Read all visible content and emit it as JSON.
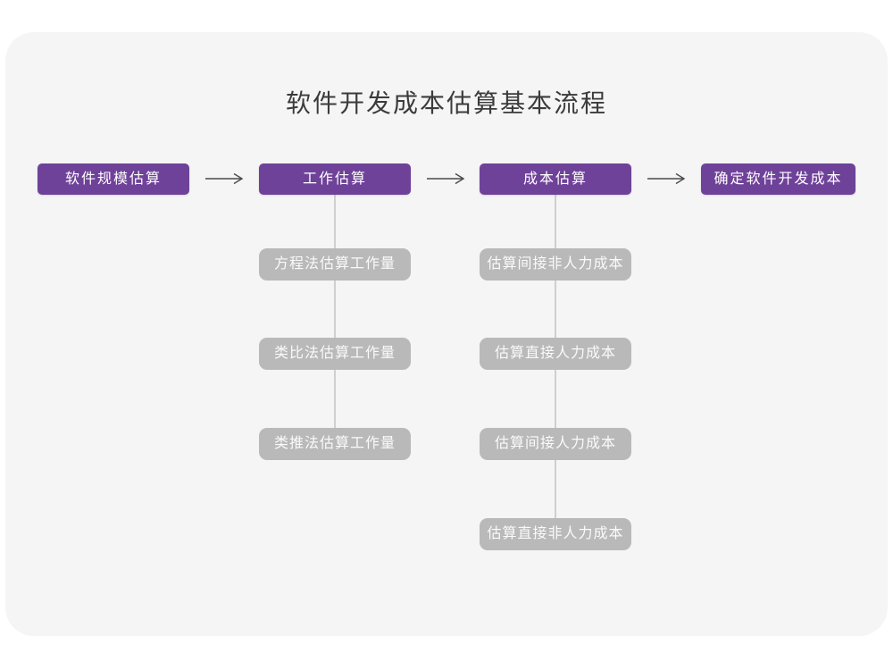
{
  "title": "软件开发成本估算基本流程",
  "colors": {
    "canvas_background": "#ffffff",
    "card_background": "#f5f5f6",
    "primary_box": "#6f4299",
    "primary_box_text": "#ffffff",
    "sub_box": "#b9b9b9",
    "sub_box_text": "#fafafa",
    "connector_line": "#cfcfcf",
    "arrow": "#4a4a4a",
    "title_text": "#3b3b3b"
  },
  "flow": {
    "steps": [
      {
        "label": "软件规模估算",
        "children": []
      },
      {
        "label": "工作估算",
        "children": [
          "方程法估算工作量",
          "类比法估算工作量",
          "类推法估算工作量"
        ]
      },
      {
        "label": "成本估算",
        "children": [
          "估算间接非人力成本",
          "估算直接人力成本",
          "估算间接人力成本",
          "估算直接非人力成本"
        ]
      },
      {
        "label": "确定软件开发成本",
        "children": []
      }
    ]
  }
}
